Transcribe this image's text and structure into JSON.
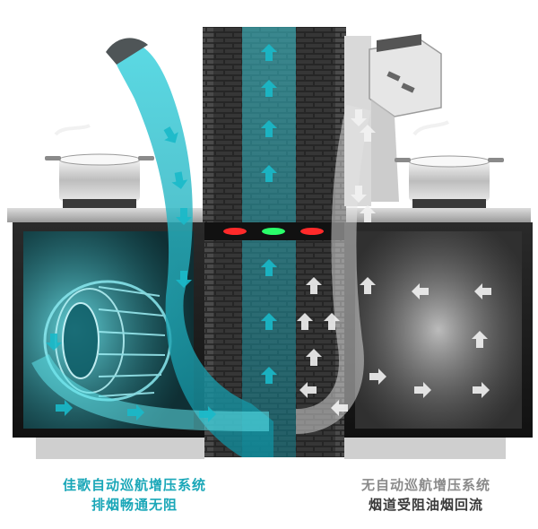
{
  "captions": {
    "left_line1": "佳歌自动巡航增压系统",
    "left_line2": "排烟畅通无阻",
    "right_line1": "无自动巡航增压系统",
    "right_line2": "烟道受阻油烟回流"
  },
  "colors": {
    "smooth_flow": "#19b9c9",
    "blocked_flow": "#cfcfcf",
    "cabinet": "#1c1c1c",
    "brick": "#3a3a3a",
    "indicator_red": "#ff2a2a",
    "indicator_green": "#2aff6a"
  },
  "icons": [
    "pot-icon",
    "range-hood-icon",
    "fan-icon",
    "flow-arrow-icon"
  ]
}
